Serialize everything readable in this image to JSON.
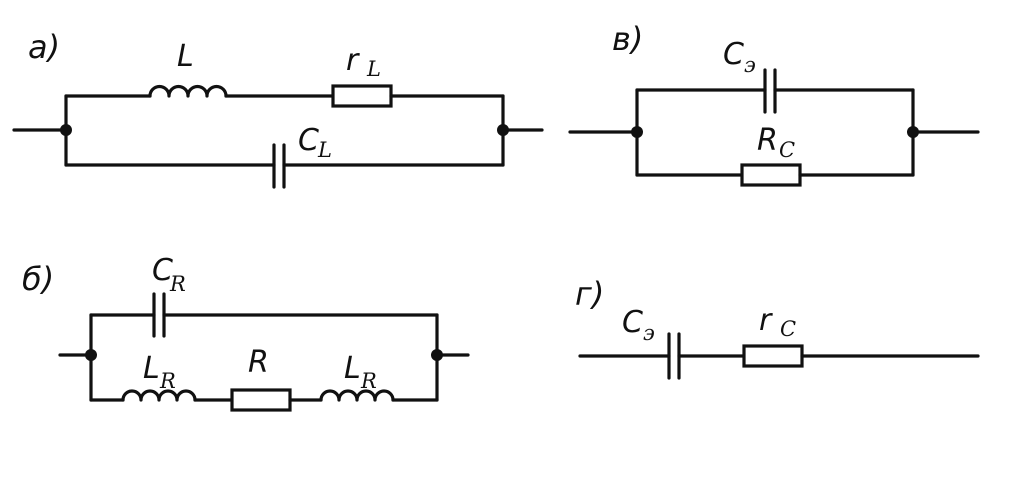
{
  "diagrams": {
    "a": {
      "tag": "а)",
      "inductor": {
        "main": "L"
      },
      "resistor": {
        "main": "r",
        "sub": "L"
      },
      "capacitor": {
        "main": "C",
        "sub": "L"
      }
    },
    "b": {
      "tag": "б)",
      "capacitor": {
        "main": "C",
        "sub": "R"
      },
      "inductor_left": {
        "main": "L",
        "sub": "R"
      },
      "resistor": {
        "main": "R"
      },
      "inductor_right": {
        "main": "L",
        "sub": "R"
      }
    },
    "v": {
      "tag": "в)",
      "capacitor": {
        "main": "C",
        "sub": "э"
      },
      "resistor": {
        "main": "R",
        "sub": "C"
      }
    },
    "g": {
      "tag": "г)",
      "capacitor": {
        "main": "C",
        "sub": "э"
      },
      "resistor": {
        "main": "r",
        "sub": "C"
      }
    }
  }
}
